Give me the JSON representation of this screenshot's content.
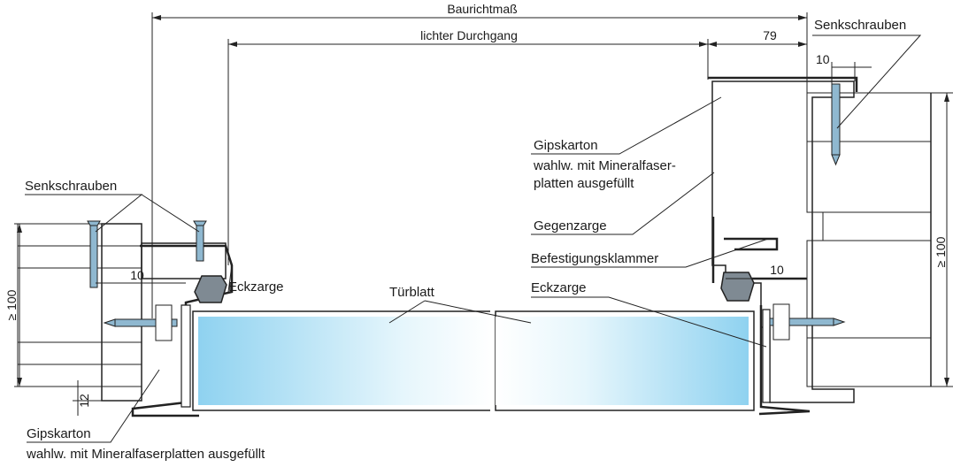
{
  "dimensions": {
    "overall": "Baurichtmaß",
    "clear_passage": "lichter Durchgang",
    "frame_depth": "79",
    "screw_offset_right": "10",
    "wall_min_left": "≥ 100",
    "wall_min_right": "≥ 100",
    "gap_left": "10",
    "gap_right": "10",
    "bottom_offset": "12"
  },
  "labels": {
    "countersunk_screws_left": "Senkschrauben",
    "countersunk_screws_right": "Senkschrauben",
    "gypsum_right": "Gipskarton",
    "gypsum_right_note_1": "wahlw. mit Mineralfaser-",
    "gypsum_right_note_2": "platten ausgefüllt",
    "counter_frame": "Gegenzarge",
    "fixing_clip": "Befestigungsklammer",
    "corner_frame_left": "Eckzarge",
    "corner_frame_right": "Eckzarge",
    "door_leaf": "Türblatt",
    "gypsum_left": "Gipskarton",
    "gypsum_left_note": "wahlw. mit Mineralfaserplatten ausgefüllt"
  },
  "colors": {
    "wood": "#f0c35a",
    "wood_grain": "#b8892a",
    "glass": "#a9dcf3",
    "glass_light": "#e6f6fc",
    "steel": "#7f8a93",
    "screw": "#8fb8d0",
    "line": "#222222"
  }
}
